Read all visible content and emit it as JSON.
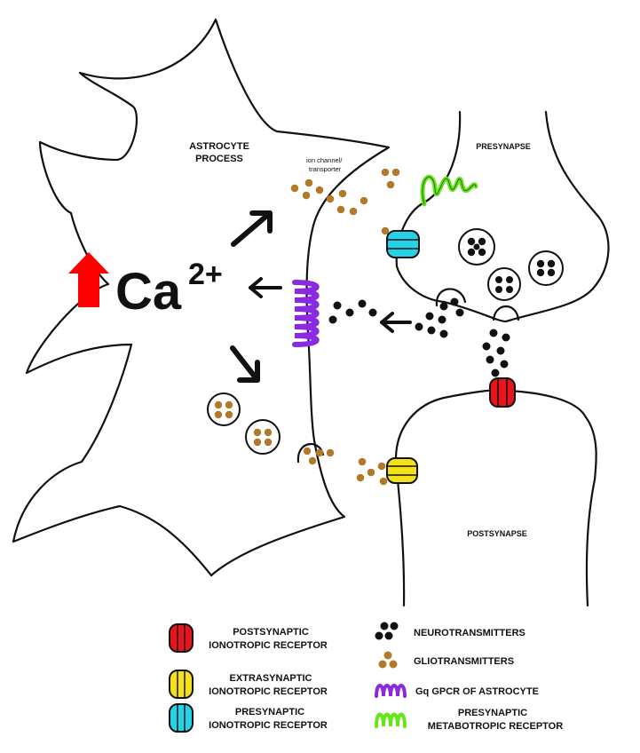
{
  "labels": {
    "astrocyte_process_line1": "ASTROCYTE",
    "astrocyte_process_line2": "PROCESS",
    "ion_channel_line1": "ion channel/",
    "ion_channel_line2": "transporter",
    "presynapse": "PRESYNAPSE",
    "postsynapse": "POSTSYNAPSE",
    "calcium": "Ca",
    "calcium_charge": "2+"
  },
  "legend": {
    "postsynaptic": {
      "line1": "POSTSYNAPTIC",
      "line2": "IONOTROPIC RECEPTOR"
    },
    "extrasynaptic": {
      "line1": "EXTRASYNAPTIC",
      "line2": "IONOTROPIC RECEPTOR"
    },
    "presynaptic_iono": {
      "line1": "PRESYNAPTIC",
      "line2": "IONOTROPIC RECEPTOR"
    },
    "neurotransmitters": "NEUROTRANSMITTERS",
    "gliotransmitters": "GLIOTRANSMITTERS",
    "gq_gpcr": "Gq GPCR OF ASTROCYTE",
    "presynaptic_metabo": {
      "line1": "PRESYNAPTIC",
      "line2": "METABOTROPIC RECEPTOR"
    }
  },
  "colors": {
    "postsynaptic_receptor": "#e8141b",
    "extrasynaptic_receptor": "#f5e11a",
    "presynaptic_ionotropic": "#25d3e6",
    "gq_gpcr": "#8a2be2",
    "metabotropic_receptor": "#66e61a",
    "neurotransmitter": "#111111",
    "gliotransmitter": "#b07a2a",
    "calcium_up_arrow": "#ff0000"
  }
}
